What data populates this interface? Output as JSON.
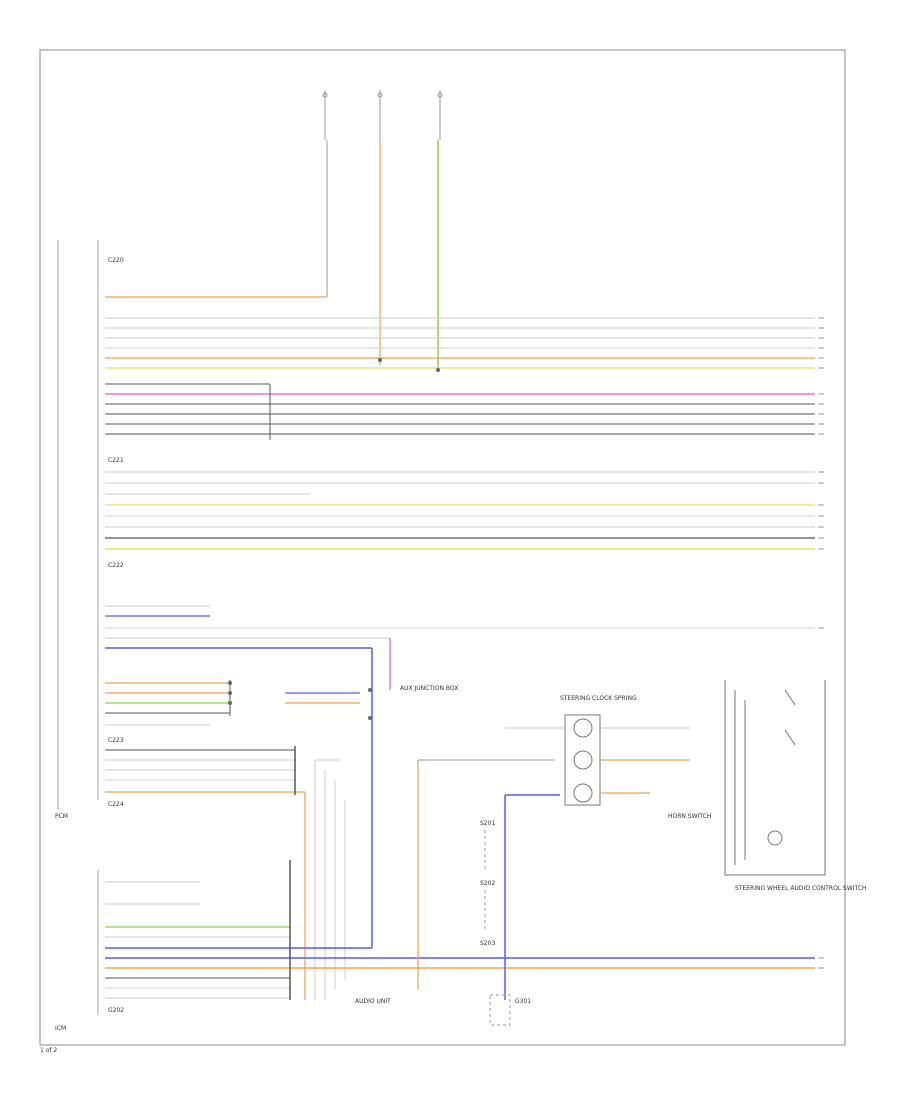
{
  "diagram": {
    "labels": {
      "connector_c1": "C220",
      "connector_c2": "C221",
      "connector_c3": "C222",
      "connector_c4": "C223",
      "connector_c5": "C224",
      "module_left": "PCM",
      "module_bottom_left": "ICM",
      "ground_ref": "G202",
      "steering_clock": "STEERING CLOCK SPRING",
      "steering_switch": "STEERING WHEEL AUDIO CONTROL SWITCH",
      "aux_junction": "AUX JUNCTION BOX",
      "audio_unit": "AUDIO UNIT",
      "splice_a": "S201",
      "splice_b": "S202",
      "splice_c": "S203",
      "horn_switch": "HORN SWITCH",
      "ground_bottom": "G301",
      "page_ref": "1 of 2"
    },
    "wire_colors": {
      "orange": "#f0a050",
      "yellow": "#e8e060",
      "green": "#90d040",
      "pink": "#e060c0",
      "blue": "#5a5af0",
      "gray": "#999999",
      "black": "#333333",
      "purple": "#9060e0"
    }
  }
}
